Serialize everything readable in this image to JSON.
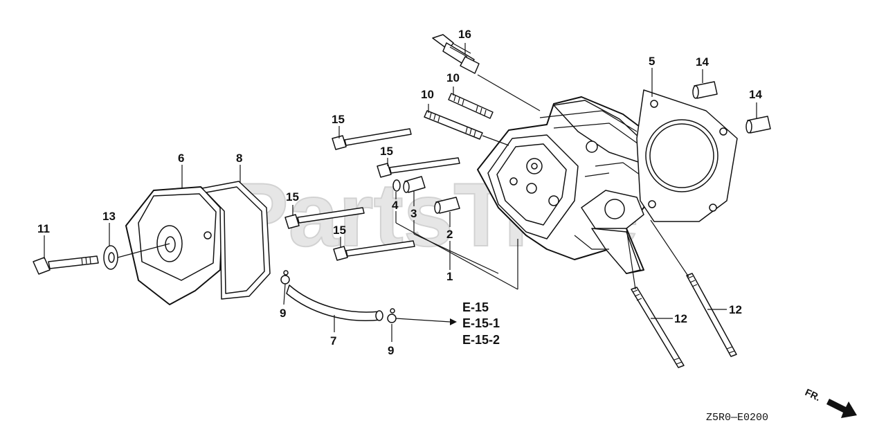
{
  "watermark": "PartsTree",
  "callouts": {
    "p1": "1",
    "p2": "2",
    "p3": "3",
    "p4": "4",
    "p5": "5",
    "p6": "6",
    "p7": "7",
    "p8": "8",
    "p9a": "9",
    "p9b": "9",
    "p10a": "10",
    "p10b": "10",
    "p11": "11",
    "p12a": "12",
    "p12b": "12",
    "p13": "13",
    "p14a": "14",
    "p14b": "14",
    "p15a": "15",
    "p15b": "15",
    "p15c": "15",
    "p15d": "15",
    "p16": "16"
  },
  "references": [
    "E-15",
    "E-15-1",
    "E-15-2"
  ],
  "diagram_code": "Z5R0—E0200",
  "direction_label": "FR."
}
